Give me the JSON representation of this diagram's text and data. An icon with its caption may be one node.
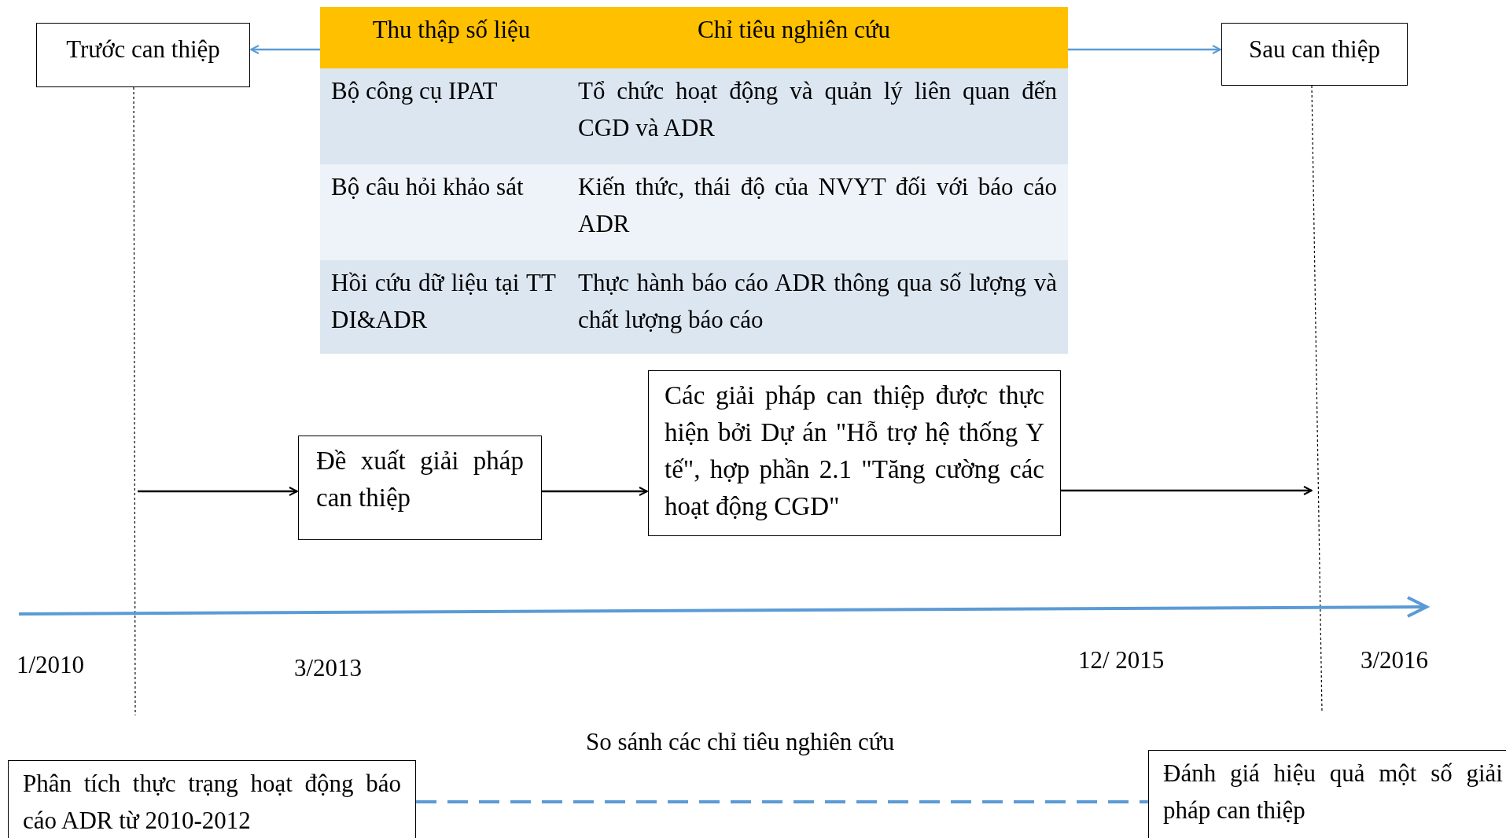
{
  "diagram": {
    "nodes": [
      {
        "text": [
          "Trước can thiệp"
        ]
      },
      {
        "text": [
          "Thu thập số liệu",
          "Chỉ tiêu nghiên cứu",
          "Bộ công cụ IPAT",
          "Tổ chức hoạt động và quản lý liên quan đến CGD và ADR",
          "Bộ câu hỏi khảo sát",
          "Kiến thức, thái độ của NVYT đối với báo cáo ADR",
          "Hồi cứu dữ liệu tại TT DI&ADR",
          "Thực hành báo cáo ADR thông qua số lượng và chất lượng báo cáo"
        ]
      },
      {
        "text": [
          "Sau can thiệp"
        ]
      },
      {
        "text": [
          "Đề xuất giải pháp can thiệp"
        ]
      },
      {
        "text": [
          "Các giải pháp can thiệp được thực hiện bởi Dự án \"Hỗ trợ hệ thống Y tế\", hợp phần 2.1 \"Tăng cường các hoạt động CGD\""
        ]
      },
      {
        "text": [
          "Phân tích thực trạng hoạt động báo cáo ADR từ 2010-2012"
        ]
      },
      {
        "text": [
          "Đánh giá hiệu quả một số giải pháp can thiệp"
        ]
      }
    ],
    "edges": [
      {
        "from": 1,
        "to": 0,
        "arrow": "to",
        "color": "#5b9bd5"
      },
      {
        "from": 1,
        "to": 2,
        "arrow": "to",
        "color": "#5b9bd5"
      },
      {
        "from": null,
        "to": 3,
        "arrow": "to",
        "color": "#000000"
      },
      {
        "from": 3,
        "to": 4,
        "arrow": "to",
        "color": "#000000"
      },
      {
        "from": 4,
        "to": null,
        "arrow": "to",
        "color": "#000000"
      },
      {
        "from": 5,
        "to": 6,
        "arrow": "none",
        "style": "dashed",
        "color": "#5b9bd5",
        "label": "So sánh các chỉ tiêu nghiên cứu"
      }
    ],
    "labels": [
      "1/2010",
      "3/2013",
      "12/ 2015",
      "3/2016"
    ]
  }
}
